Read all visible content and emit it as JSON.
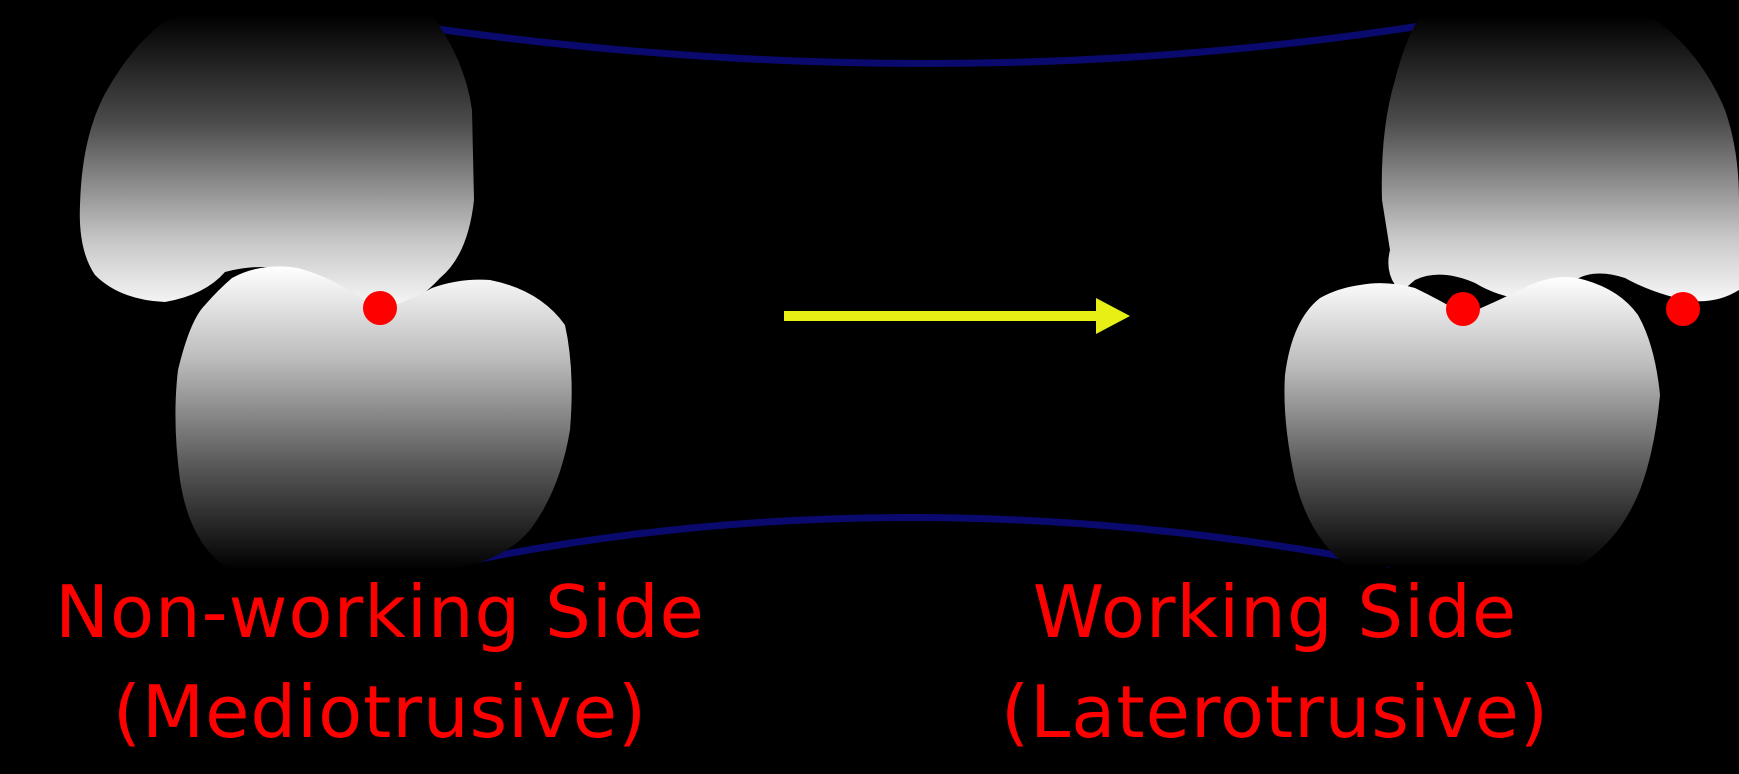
{
  "colors": {
    "background": "#000000",
    "label_text": "#ff0000",
    "contact_point": "#ff0000",
    "arrow": "#e6f014",
    "arch_line": "#0a0a6e",
    "tooth_light": "#ffffff",
    "tooth_dark": "#000000"
  },
  "icons": {
    "movement_arrow": "arrow-right-icon"
  },
  "labels": {
    "left_title": "Non-working Side",
    "left_subtitle": "(Mediotrusive)",
    "right_title": "Working Side",
    "right_subtitle": "(Laterotrusive)"
  }
}
